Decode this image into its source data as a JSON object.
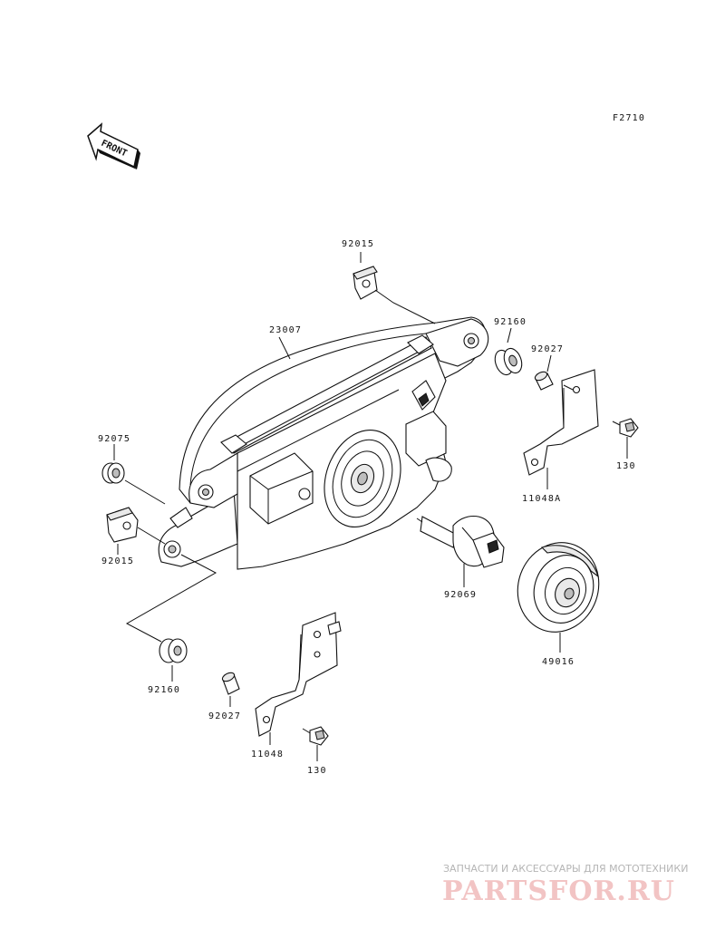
{
  "figure_code": "F2710",
  "front_arrow_label": "FRONT",
  "part_numbers": {
    "headlamp": "23007",
    "clip_upper": "92015",
    "clip_left": "92015",
    "grommet_upper_right": "92160",
    "grommet_lower_left": "92160",
    "collar_upper_right": "92027",
    "collar_lower": "92027",
    "damper_left": "92075",
    "bracket_right": "11048A",
    "bracket_lower": "11048",
    "bolt_right": "130",
    "bolt_lower": "130",
    "bulb": "92069",
    "bulb_cover": "49016"
  },
  "watermark": {
    "caption": "ЗАПЧАСТИ И АКСЕССУАРЫ ДЛЯ МОТОТЕХНИКИ",
    "logo": "PARTSFOR.RU"
  }
}
